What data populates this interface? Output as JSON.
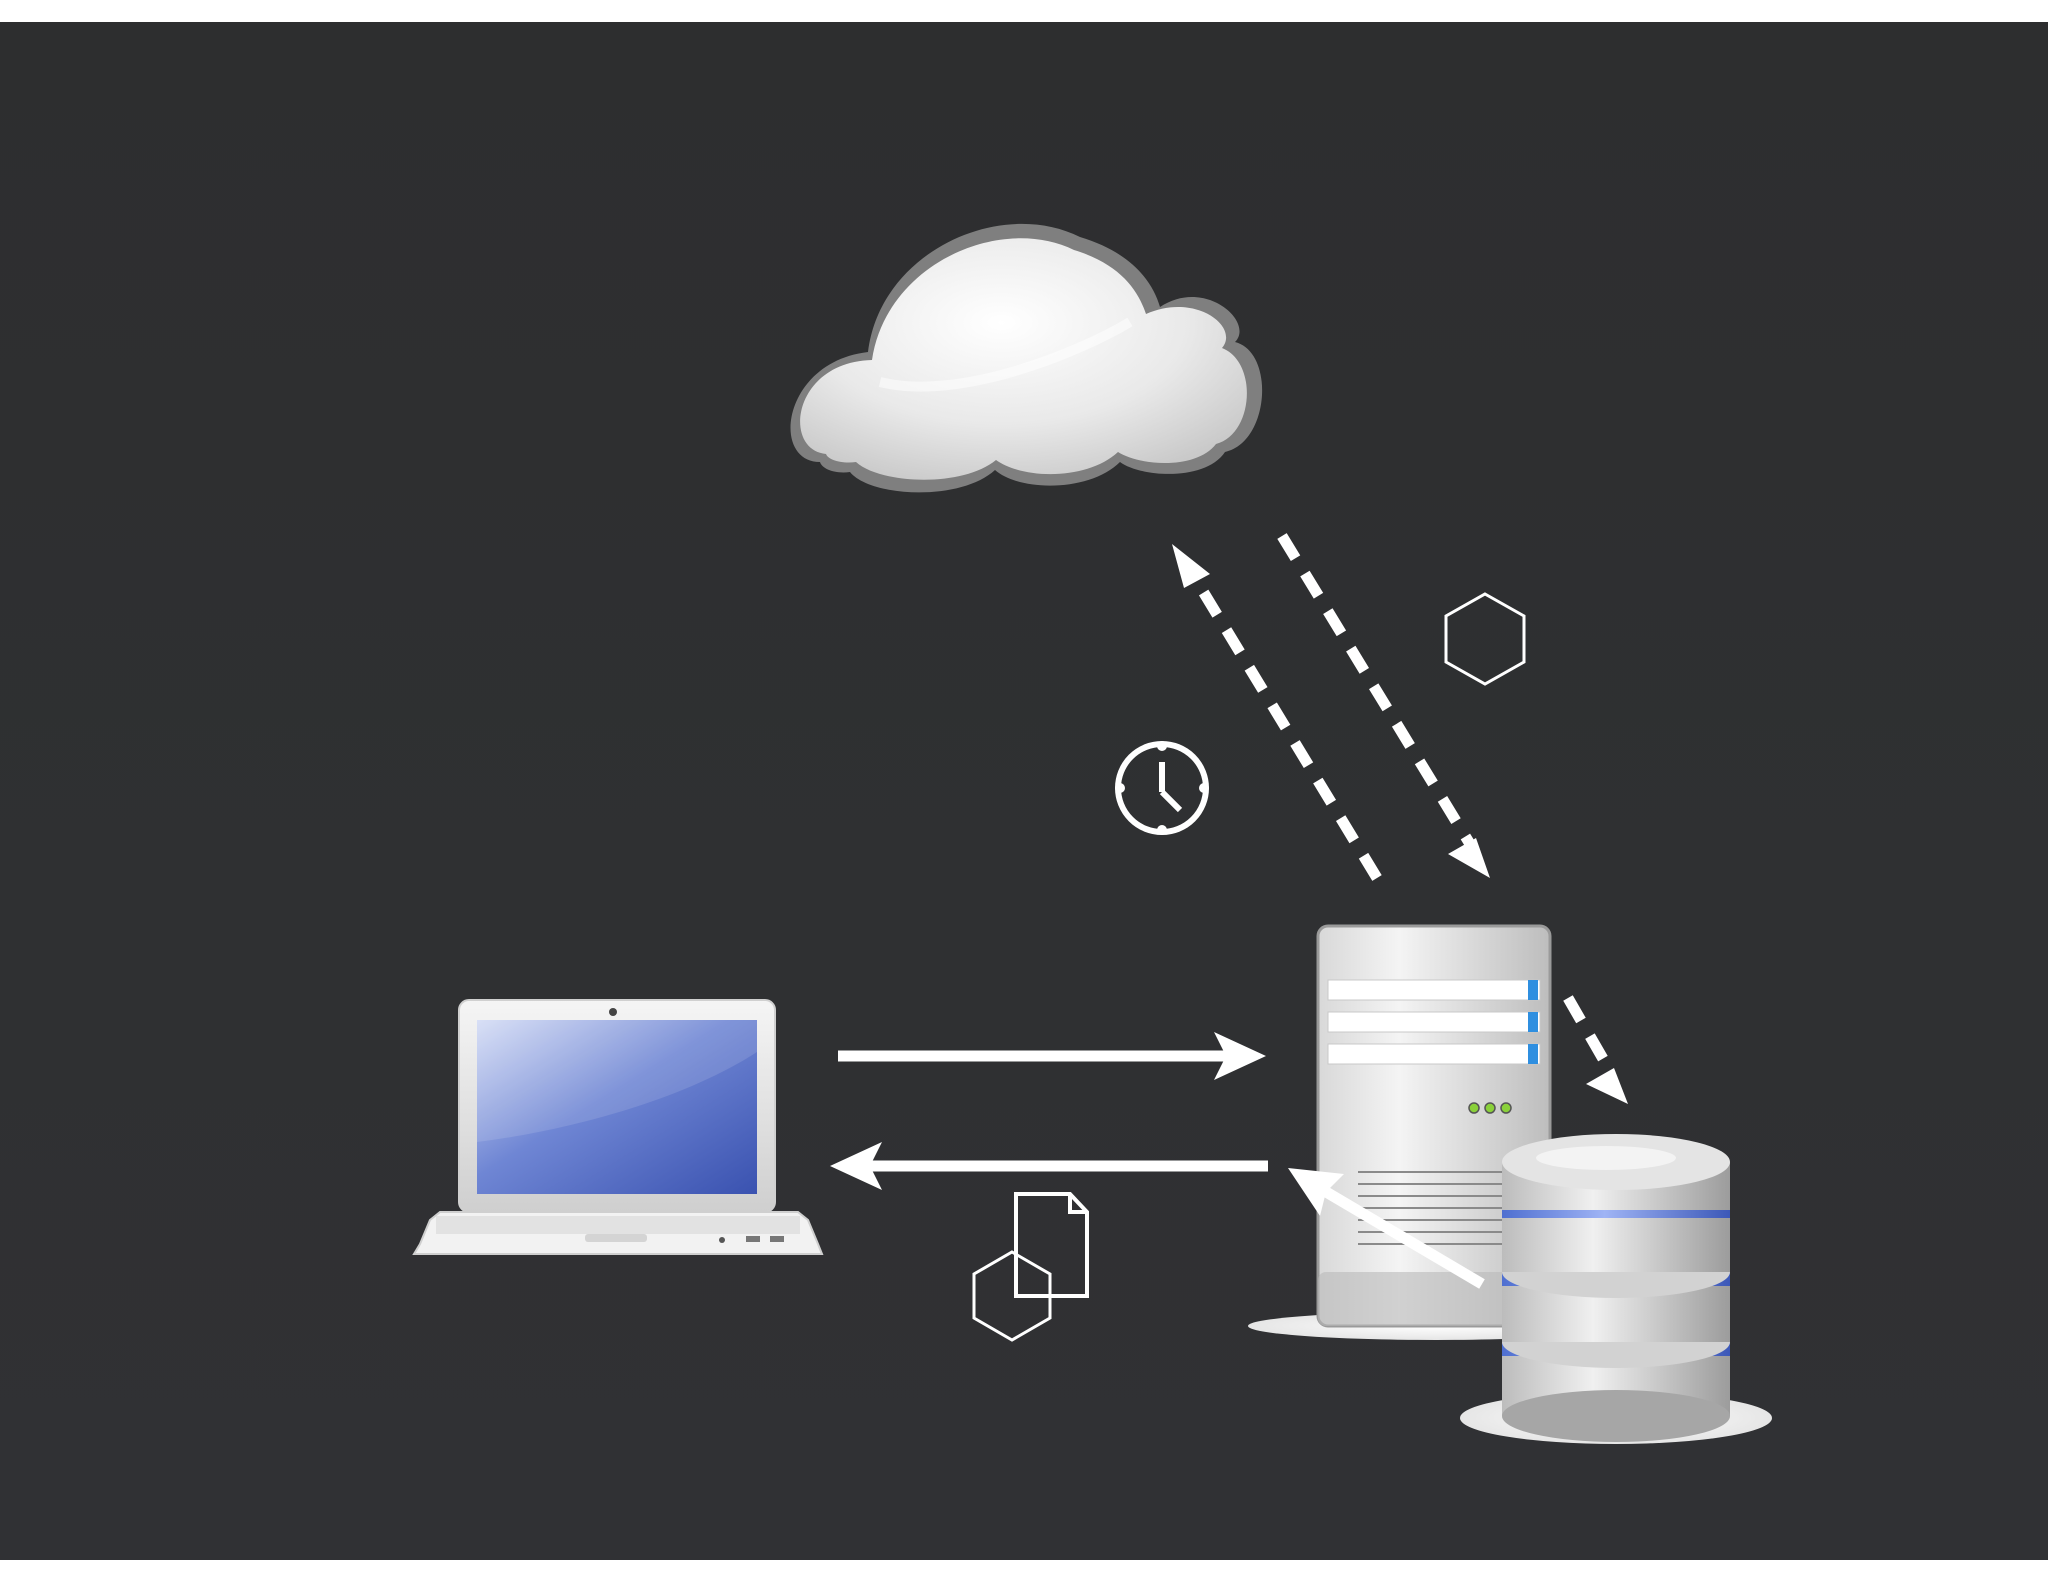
{
  "diagram": {
    "background": "#2e2f31",
    "arrow_color": "#ffffff",
    "nodes": [
      {
        "id": "cloud",
        "icon": "cloud-icon"
      },
      {
        "id": "laptop",
        "icon": "laptop-icon"
      },
      {
        "id": "server",
        "icon": "server-tower-icon"
      },
      {
        "id": "database",
        "icon": "database-icon"
      }
    ],
    "edges": [
      {
        "from": "server",
        "to": "cloud",
        "style": "dashed"
      },
      {
        "from": "cloud",
        "to": "server",
        "style": "dashed"
      },
      {
        "from": "server",
        "to": "database",
        "style": "dashed"
      },
      {
        "from": "laptop",
        "to": "server",
        "style": "solid"
      },
      {
        "from": "server",
        "to": "laptop",
        "style": "solid"
      },
      {
        "from": "database",
        "to": "server",
        "style": "solid"
      }
    ],
    "symbols": [
      "clock-icon",
      "hexagon-icon",
      "document-icon",
      "hexagon-icon"
    ],
    "colors": {
      "screen_blue": "#3f59b8",
      "db_band_blue": "#6f8ee8",
      "server_led_blue": "#2f8fe0",
      "server_led_green": "#8ad13a"
    }
  }
}
